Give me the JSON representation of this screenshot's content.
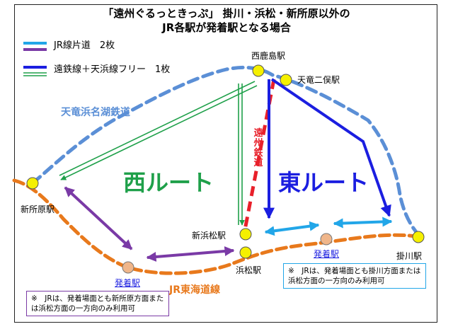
{
  "title_line1": "「遠州ぐるっときっぷ」 掛川・浜松・新所原以外の",
  "title_line2": "JR各駅が発着駅となる場合",
  "legend": {
    "jr_oneway": "JR線片道　2枚",
    "entetsu_free": "遠鉄線＋天浜線フリー　1枚"
  },
  "stations": {
    "nishikajima": "西鹿島駅",
    "tenryu_futamata": "天竜二俣駅",
    "shinjohara": "新所原駅",
    "shin_hamamatsu": "新浜松駅",
    "hamamatsu": "浜松駅",
    "kakegawa": "掛川駅",
    "departure_west": "発着駅",
    "departure_east": "発着駅"
  },
  "lines": {
    "tenhama": "天竜浜名湖鉄道",
    "entetsu": "遠州鉄道",
    "tokaido": "JR東海道線"
  },
  "routes": {
    "west": "西ルート",
    "east": "東ルート"
  },
  "notes": {
    "left": "※　JRは、発着場面とも新所原方面または浜松方面の一方向のみ利用可",
    "right": "※　JRは、発着場面とも掛川方面または浜松方面の一方向のみ利用可"
  },
  "colors": {
    "tenhama_line": "#5b8fd6",
    "entetsu_line": "#e8202a",
    "tokaido_line": "#e8791c",
    "west_route": "#1fa04a",
    "east_route": "#1b1ee0",
    "jr_east_arrow": "#22a6e8",
    "jr_west_arrow": "#7a3aa6",
    "station": "#f5f000",
    "departure_station": "#f0b68a"
  }
}
